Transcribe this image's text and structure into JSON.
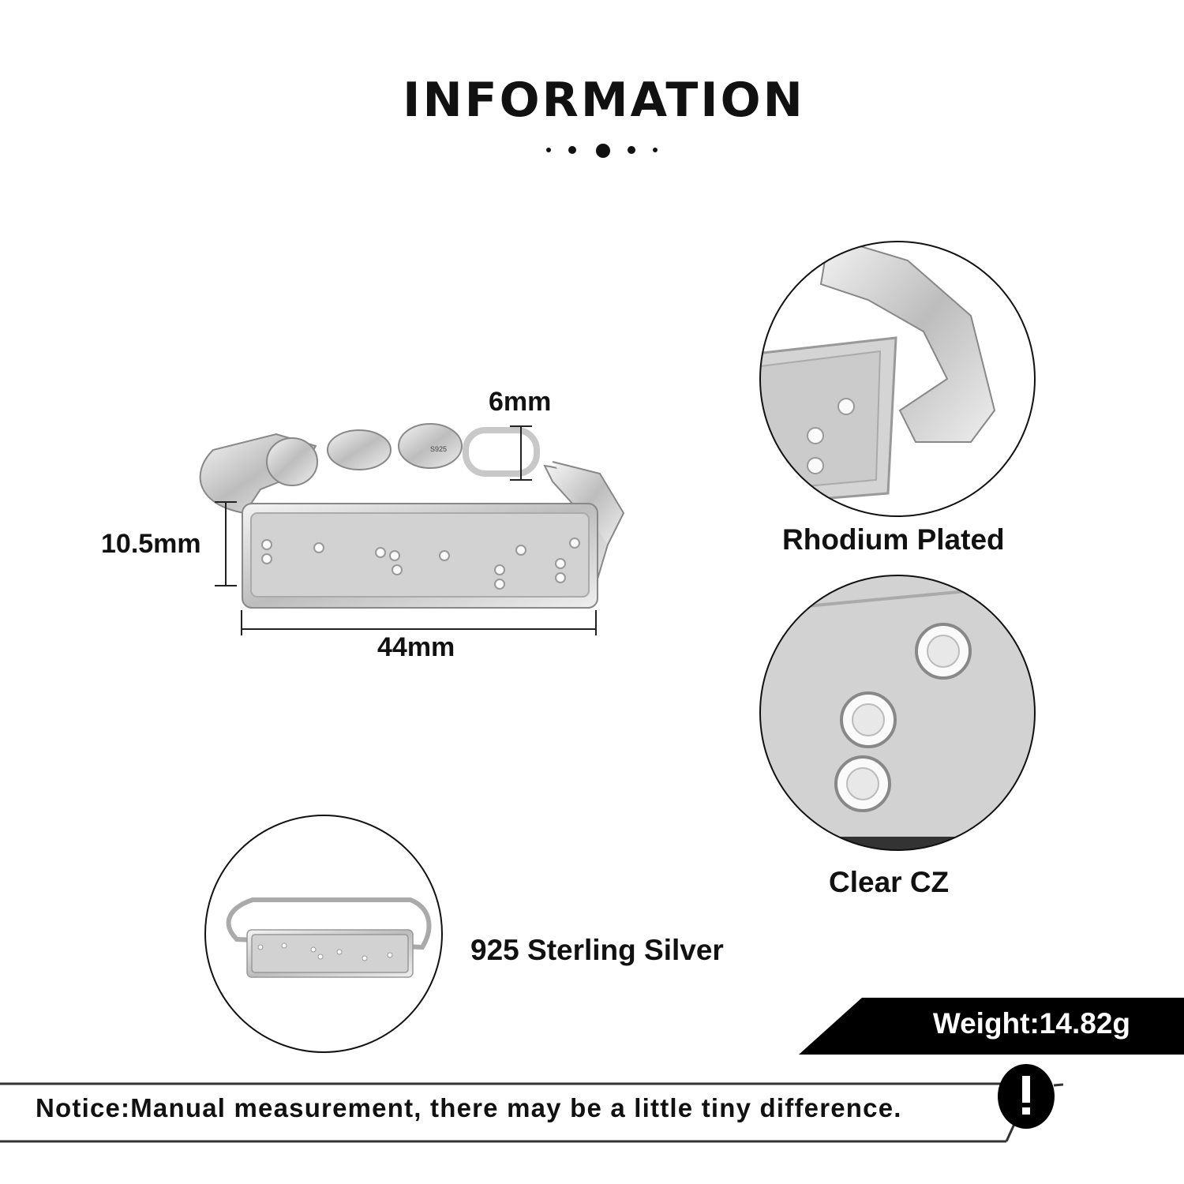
{
  "header": {
    "title": "INFORMATION"
  },
  "dimensions": {
    "clasp_width": "6mm",
    "plate_height": "10.5mm",
    "plate_length": "44mm"
  },
  "product": {
    "stamp": "S925"
  },
  "features": [
    {
      "label": "Rhodium Plated"
    },
    {
      "label": "Clear CZ"
    },
    {
      "label": "925 Sterling Silver"
    }
  ],
  "weight": {
    "label": "Weight:14.82g"
  },
  "notice": {
    "text": "Notice:Manual measurement, there may be a little tiny difference.",
    "icon": "exclamation-icon"
  },
  "colors": {
    "ink": "#111111",
    "silver": "#d8d8d8",
    "plate": "#cfcfcf"
  }
}
